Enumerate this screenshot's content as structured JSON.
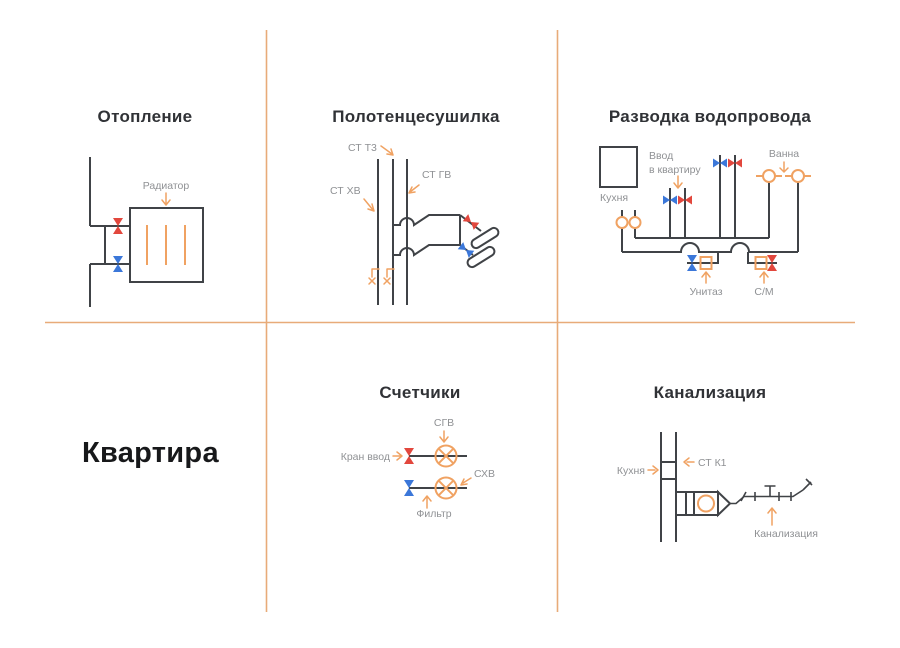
{
  "colors": {
    "pipe": "#404347",
    "label_gray": "#8f9194",
    "title_dark": "#303236",
    "accent_orange": "#f0a262",
    "divider_orange": "#e8ab79",
    "valve_red": "#e2473d",
    "valve_blue": "#3b77d9"
  },
  "panels": {
    "heating": {
      "title": "Отопление",
      "radiator": "Радиатор"
    },
    "towel": {
      "title": "Полотенцесушилка",
      "riser_t3": "СТ Т3",
      "riser_cold": "СТ ХВ",
      "riser_hot": "СТ ГВ"
    },
    "water": {
      "title": "Разводка водопровода",
      "kitchen": "Кухня",
      "inlet_line1": "Ввод",
      "inlet_line2": "в квартиру",
      "bath": "Ванна",
      "toilet": "Унитаз",
      "washer": "С/М"
    },
    "apartment": {
      "title": "Квартира"
    },
    "meters": {
      "title": "Счетчики",
      "hot_meter": "СГВ",
      "cold_meter": "СХВ",
      "inlet_valve": "Кран ввод",
      "filter": "Фильтр"
    },
    "sewer": {
      "title": "Канализация",
      "riser": "СТ К1",
      "kitchen": "Кухня",
      "sewer_label": "Канализация"
    }
  }
}
